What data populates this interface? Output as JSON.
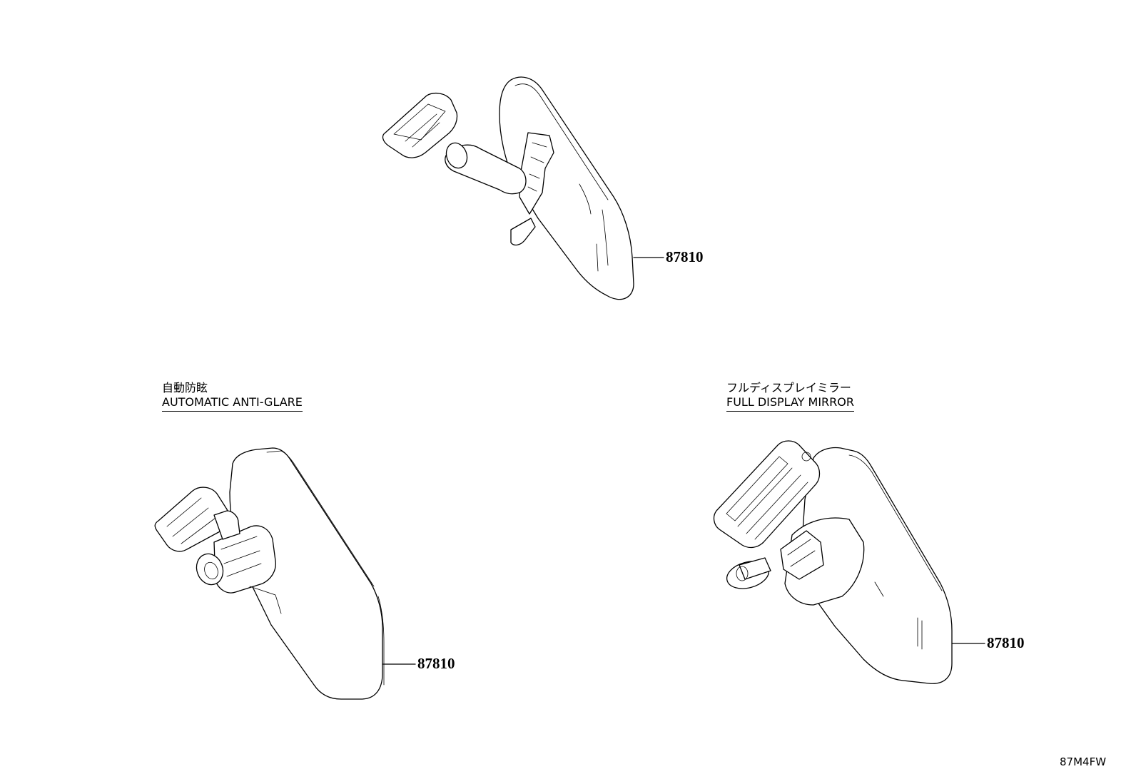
{
  "diagram": {
    "top_mirror": {
      "part_number": "87810"
    },
    "auto_anti_glare": {
      "label_ja": "自動防眩",
      "label_en": "AUTOMATIC ANTI-GLARE",
      "part_number": "87810"
    },
    "full_display": {
      "label_ja": "フルディスプレイミラー",
      "label_en": "FULL DISPLAY MIRROR",
      "part_number": "87810"
    },
    "illustration_code": "87M4FW"
  }
}
